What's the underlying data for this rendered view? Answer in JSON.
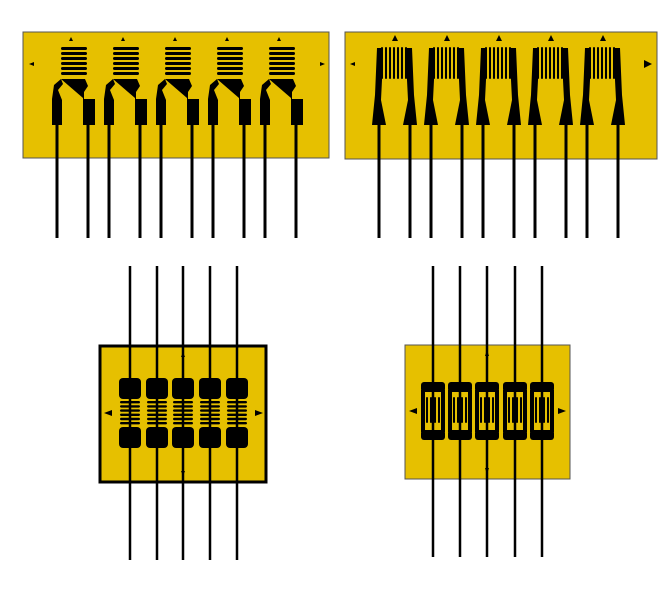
{
  "colors": {
    "foil": "#e6c000",
    "conductor": "#000000",
    "background": "#ffffff"
  },
  "diagram": {
    "panels": [
      {
        "name": "linear-gauge-array-comb",
        "gauges": 5
      },
      {
        "name": "linear-gauge-array-fork",
        "gauges": 5
      },
      {
        "name": "gauge-chain-bordered",
        "gauges": 5
      },
      {
        "name": "gauge-chain-compact",
        "gauges": 5
      }
    ]
  }
}
